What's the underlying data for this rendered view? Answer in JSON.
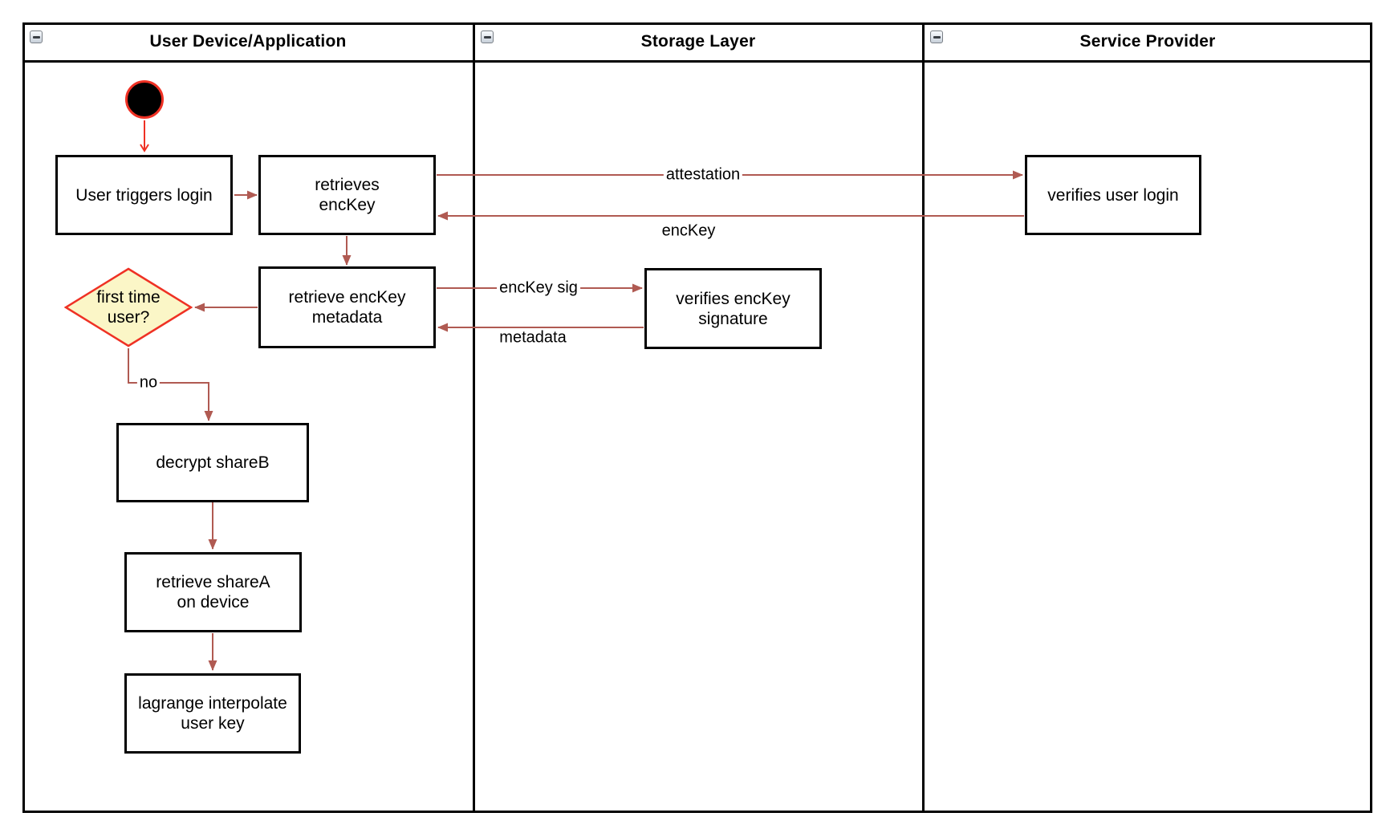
{
  "lanes": [
    {
      "title": "User Device/Application",
      "collapse_icon": "minus-square-icon"
    },
    {
      "title": "Storage Layer",
      "collapse_icon": "minus-square-icon"
    },
    {
      "title": "Service Provider",
      "collapse_icon": "minus-square-icon"
    }
  ],
  "nodes": {
    "start": {
      "type": "initial-node"
    },
    "user_triggers_login": {
      "label": "User triggers login"
    },
    "retrieves_enckey": {
      "label": "retrieves\nencKey"
    },
    "retrieve_enckey_metadata": {
      "label": "retrieve encKey\nmetadata"
    },
    "first_time_user": {
      "label": "first time\nuser?"
    },
    "decrypt_shareb": {
      "label": "decrypt shareB"
    },
    "retrieve_sharea": {
      "label": "retrieve shareA\non device"
    },
    "lagrange_interpolate": {
      "label": "lagrange interpolate\nuser key"
    },
    "verifies_enckey_signature": {
      "label": "verifies encKey\nsignature"
    },
    "verifies_user_login": {
      "label": "verifies user login"
    }
  },
  "edges": {
    "attestation": {
      "label": "attestation"
    },
    "enckey_return": {
      "label": "encKey"
    },
    "enckey_sig": {
      "label": "encKey sig"
    },
    "metadata": {
      "label": "metadata"
    },
    "no_branch": {
      "label": "no"
    }
  },
  "colors": {
    "edge_red_brown": "#B05A52",
    "accent_red": "#EF3124",
    "diamond_fill": "#FBF6C7",
    "line_black": "#000000"
  }
}
